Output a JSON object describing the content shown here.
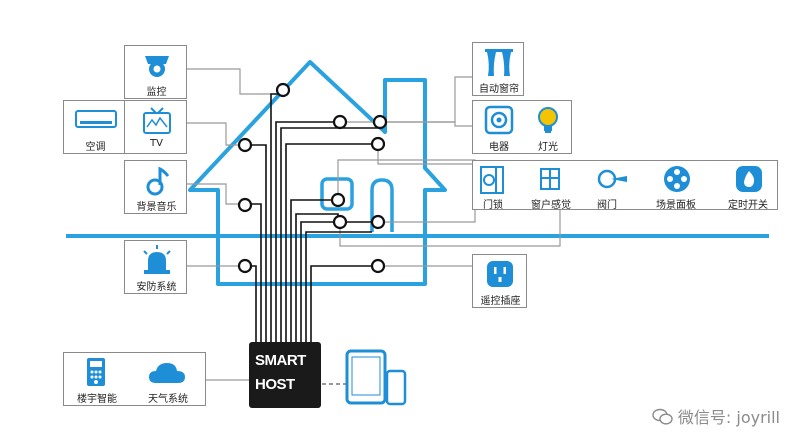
{
  "host": {
    "line1": "SMART",
    "line2": "HOST"
  },
  "devices": {
    "monitor": "监控",
    "ac": "空调",
    "tv": "TV",
    "music": "背景音乐",
    "security": "安防系统",
    "intercom": "楼宇智能",
    "weather": "天气系统",
    "curtain": "自动窗帘",
    "appliance": "电器",
    "light": "灯光",
    "door_lock": "门锁",
    "window_sensor": "窗户感觉",
    "valve": "阀门",
    "scene_panel": "场景面板",
    "timer_switch": "定时开关",
    "remote_socket": "遥控插座"
  },
  "icons": {
    "monitor": "camera-icon",
    "ac": "air-conditioner-icon",
    "tv": "tv-icon",
    "music": "music-note-icon",
    "security": "alarm-siren-icon",
    "intercom": "intercom-icon",
    "weather": "cloud-icon",
    "curtain": "curtain-icon",
    "appliance": "appliance-icon",
    "light": "lightbulb-icon",
    "door_lock": "door-lock-icon",
    "window_sensor": "window-icon",
    "valve": "valve-icon",
    "scene_panel": "scene-panel-icon",
    "timer_switch": "power-icon",
    "remote_socket": "socket-icon",
    "tablet": "tablet-icon",
    "phone": "phone-icon",
    "wechat": "wechat-icon"
  },
  "watermark": "微信号: joyrill",
  "colors": {
    "house": "#2aa2e0",
    "icon": "#1e8fd6",
    "host": "#1a1a1a",
    "wire": "#111111",
    "connector": "#999999"
  }
}
